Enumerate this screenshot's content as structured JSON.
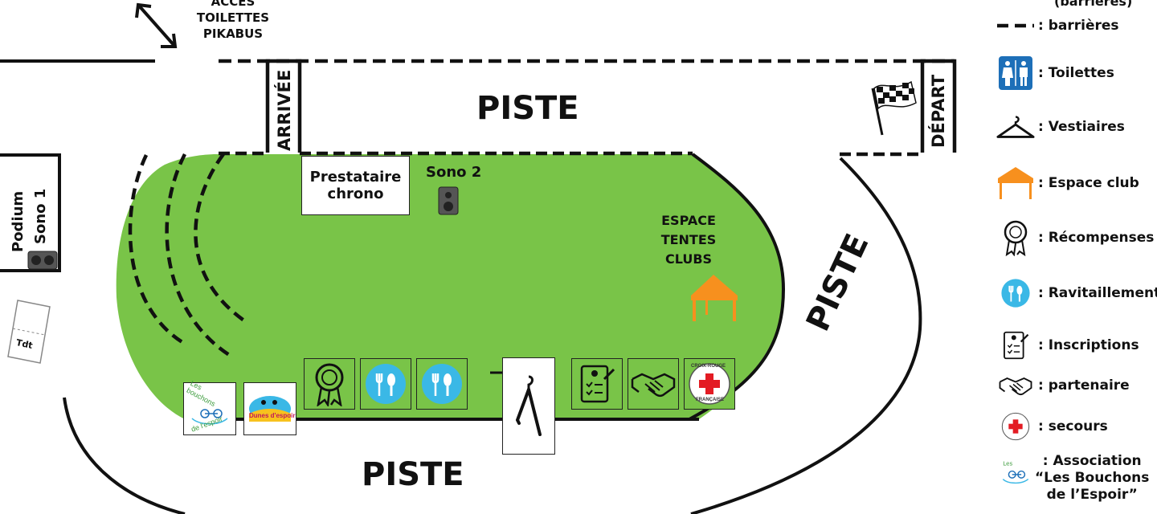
{
  "labels": {
    "acces": [
      "ACCES",
      "TOILETTES",
      "PIKABUS"
    ],
    "piste_top": "PISTE",
    "piste_right": "PISTE",
    "piste_bottom": "PISTE",
    "arrivee": "ARRIVÉE",
    "depart": "DÉPART",
    "prestataire": [
      "Prestataire",
      "chrono"
    ],
    "sono2": "Sono 2",
    "podium": [
      "Podium",
      "Sono 1"
    ],
    "tdt": "Tdt",
    "espace_tentes": [
      "ESPACE",
      "TENTES",
      "CLUBS"
    ],
    "bouchons_logo": [
      "Les",
      "bouchons",
      "de l'espoir"
    ],
    "dunes_logo": "Dunes d'espoir",
    "croix_rouge": [
      "CROIX-ROUGE",
      "FRANÇAISE"
    ]
  },
  "legend": {
    "header_partial": "(barrières)",
    "items": [
      {
        "icon": "barrier-dashes-icon",
        "label": ": barrières"
      },
      {
        "icon": "toilets-icon",
        "label": ": Toilettes"
      },
      {
        "icon": "hanger-icon",
        "label": ": Vestiaires"
      },
      {
        "icon": "club-tent-icon",
        "label": ": Espace club"
      },
      {
        "icon": "award-rosette-icon",
        "label": ": Récompenses"
      },
      {
        "icon": "food-icon",
        "label": ": Ravitaillement"
      },
      {
        "icon": "clipboard-icon",
        "label": ": Inscriptions"
      },
      {
        "icon": "handshake-icon",
        "label": ": partenaire"
      },
      {
        "icon": "red-cross-icon",
        "label": ": secours"
      },
      {
        "icon": "bouchons-logo-icon",
        "label": ": Association",
        "label2": "“Les Bouchons",
        "label3": "de l’Espoir”"
      }
    ]
  },
  "colors": {
    "grass": "#79c448",
    "tent": "#f7901e",
    "toilet_blue": "#1d6fb8",
    "food_blue": "#3ab8e6",
    "red_cross": "#e31b23",
    "ink": "#111111"
  }
}
